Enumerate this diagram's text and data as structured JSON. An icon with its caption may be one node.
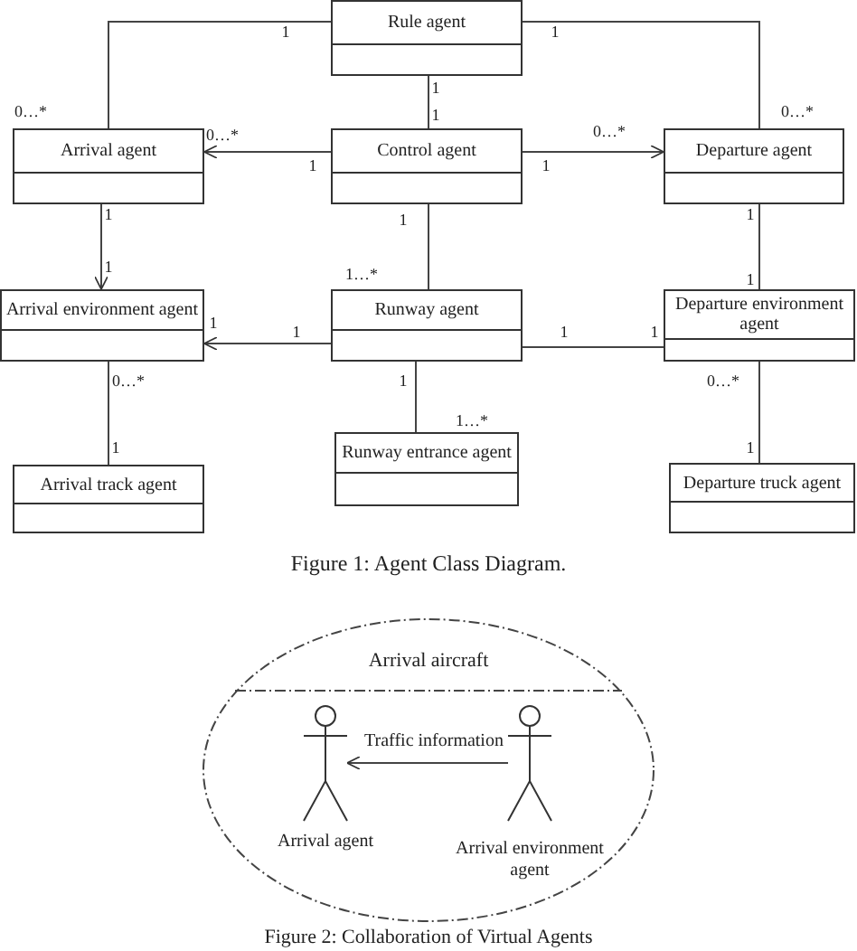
{
  "diagram": {
    "caption": "Figure 1: Agent Class Diagram.",
    "nodes": [
      {
        "text": [
          "Rule agent"
        ]
      },
      {
        "text": [
          "Arrival agent"
        ]
      },
      {
        "text": [
          "Control agent"
        ]
      },
      {
        "text": [
          "Departure agent"
        ]
      },
      {
        "text": [
          "Arrival environment agent"
        ]
      },
      {
        "text": [
          "Runway agent"
        ]
      },
      {
        "text": [
          "Departure environment agent"
        ]
      },
      {
        "text": [
          "Runway entrance agent"
        ]
      },
      {
        "text": [
          "Arrival track agent"
        ]
      },
      {
        "text": [
          "Departure truck agent"
        ]
      },
      {
        "text": [
          "Arrival aircraft"
        ]
      },
      {
        "text": [],
        "shape": "person",
        "in": 10,
        "beside": [
          "Arrival agent"
        ]
      },
      {
        "text": [],
        "shape": "person",
        "in": 10,
        "beside": [
          "Arrival environment agent"
        ]
      }
    ],
    "edges": [
      {
        "from": 0,
        "to": 1,
        "arrow": "none"
      },
      {
        "from": 0,
        "to": 3,
        "arrow": "none"
      },
      {
        "from": 0,
        "to": 2,
        "arrow": "none"
      },
      {
        "from": 2,
        "to": 1,
        "arrow": "to"
      },
      {
        "from": 2,
        "to": 3,
        "arrow": "to"
      },
      {
        "from": 1,
        "to": 4,
        "arrow": "to"
      },
      {
        "from": 3,
        "to": 6,
        "arrow": "none"
      },
      {
        "from": 2,
        "to": 5,
        "arrow": "none"
      },
      {
        "from": 5,
        "to": 4,
        "arrow": "to"
      },
      {
        "from": 5,
        "to": 6,
        "arrow": "none"
      },
      {
        "from": 5,
        "to": 7,
        "arrow": "none"
      },
      {
        "from": 4,
        "to": 8,
        "arrow": "none"
      },
      {
        "from": 6,
        "to": 9,
        "arrow": "none"
      },
      {
        "from": 12,
        "to": 11,
        "arrow": "to",
        "label": "Traffic information"
      }
    ],
    "labels": [
      "1",
      "1",
      "1",
      "0…*",
      "1",
      "0…*",
      "0…*",
      "0…*",
      "1",
      "1",
      "1",
      "1",
      "1",
      "1",
      "1…*",
      "1",
      "1",
      "1",
      "1",
      "1",
      "0…*",
      "1",
      "0…*",
      "1…*",
      "1",
      "1",
      "Figure 2: Collaboration of Virtual Agents"
    ]
  }
}
